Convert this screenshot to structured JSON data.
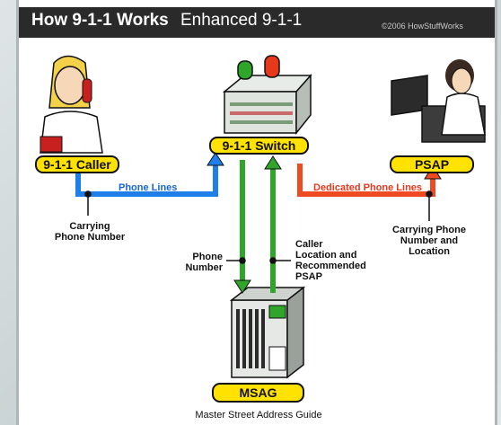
{
  "header": {
    "title": "How 9-1-1 Works",
    "subtitle": "Enhanced 9-1-1",
    "copyright": "©2006 HowStuffWorks"
  },
  "nodes": {
    "caller": "9-1-1 Caller",
    "switch": "9-1-1 Switch",
    "psap": "PSAP",
    "msag": "MSAG",
    "msag_caption": "Master Street Address Guide"
  },
  "connections": {
    "phone_lines": "Phone Lines",
    "dedicated_lines": "Dedicated Phone Lines",
    "carrying_phone_number": [
      "Carrying",
      "Phone Number"
    ],
    "carrying_phone_location": [
      "Carrying Phone",
      "Number and",
      "Location"
    ],
    "phone_number_label": [
      "Phone",
      "Number"
    ],
    "caller_location_label": [
      "Caller",
      "Location and",
      "Recommended",
      "PSAP"
    ]
  },
  "colors": {
    "blue_line": "#1e7fe8",
    "red_line": "#f04a22",
    "green_line": "#2fa52a",
    "label_fill": "#ffe200"
  }
}
